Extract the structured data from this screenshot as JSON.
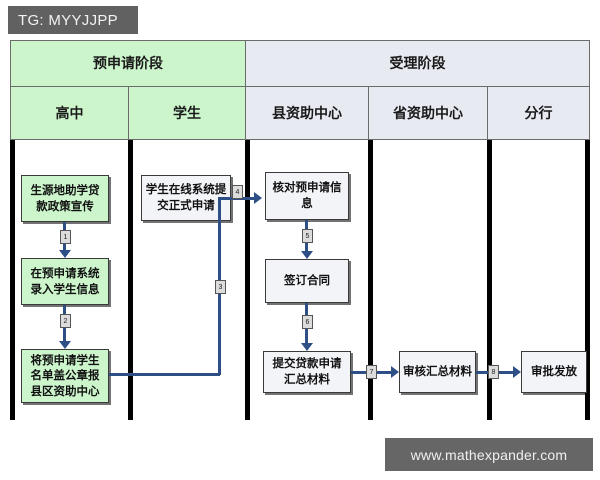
{
  "tag": {
    "label": "TG: MYYJJPP"
  },
  "watermark": {
    "label": "www.mathexpander.com"
  },
  "diagram": {
    "phases": [
      {
        "label": "预申请阶段",
        "tone": "green",
        "span": 2
      },
      {
        "label": "受理阶段",
        "tone": "grey",
        "span": 3
      }
    ],
    "roles": [
      {
        "label": "高中",
        "tone": "green"
      },
      {
        "label": "学生",
        "tone": "green"
      },
      {
        "label": "县资助中心",
        "tone": "grey"
      },
      {
        "label": "省资助中心",
        "tone": "grey"
      },
      {
        "label": "分行",
        "tone": "grey"
      }
    ],
    "nodes": [
      {
        "id": "n1",
        "label": "生源地助学贷款政策宣传",
        "lane": "高中",
        "tone": "green"
      },
      {
        "id": "n2",
        "label": "在预申请系统录入学生信息",
        "lane": "高中",
        "tone": "green"
      },
      {
        "id": "n3",
        "label": "将预申请学生名单盖公章报县区资助中心",
        "lane": "高中",
        "tone": "green"
      },
      {
        "id": "n4",
        "label": "学生在线系统提交正式申请",
        "lane": "学生",
        "tone": "white"
      },
      {
        "id": "n5",
        "label": "核对预申请信息",
        "lane": "县资助中心",
        "tone": "white"
      },
      {
        "id": "n6",
        "label": "签订合同",
        "lane": "县资助中心",
        "tone": "white"
      },
      {
        "id": "n7",
        "label": "提交贷款申请汇总材料",
        "lane": "县资助中心",
        "tone": "white"
      },
      {
        "id": "n8",
        "label": "审核汇总材料",
        "lane": "省资助中心",
        "tone": "white"
      },
      {
        "id": "n9",
        "label": "审批发放",
        "lane": "分行",
        "tone": "white"
      }
    ],
    "connector_labels": [
      "1",
      "2",
      "3",
      "4",
      "5",
      "6",
      "7",
      "8"
    ]
  }
}
